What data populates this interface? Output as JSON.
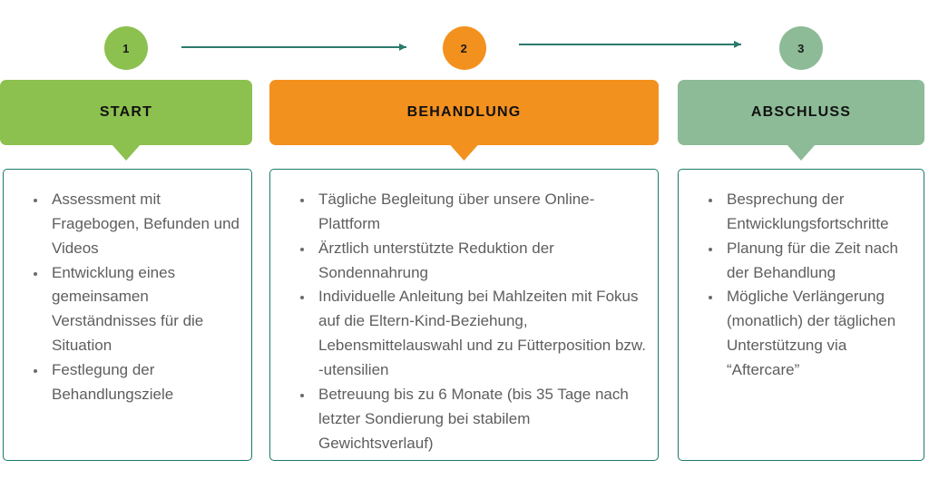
{
  "colors": {
    "green": "#8CC04F",
    "orange": "#F3911F",
    "sage": "#8DBB97",
    "teal_border": "#1A7A68",
    "arrow": "#2C7A6B",
    "body_text": "#5E5E5E",
    "header_text": "#111111",
    "background": "#FFFFFF"
  },
  "steps": [
    {
      "number": "1",
      "title": "START",
      "accent": "#8CC04F",
      "items": [
        "Assessment mit Fragebogen, Befunden und Videos",
        "Entwicklung eines gemeinsamen Verständnisses für die Situation",
        "Festlegung der Behandlungsziele"
      ]
    },
    {
      "number": "2",
      "title": "BEHANDLUNG",
      "accent": "#F3911F",
      "items": [
        "Tägliche Begleitung über unsere Online-Plattform",
        "Ärztlich unterstützte Reduktion der Sondennahrung",
        "Individuelle Anleitung bei Mahlzeiten mit Fokus auf die Eltern-Kind-Beziehung, Lebensmittelauswahl und zu Fütterposition bzw. -utensilien",
        "Betreuung bis zu 6 Monate (bis 35 Tage nach letzter Sondierung bei stabilem Gewichtsverlauf)"
      ]
    },
    {
      "number": "3",
      "title": "ABSCHLUSS",
      "accent": "#8DBB97",
      "items": [
        "Besprechung der Entwicklungsfortschritte",
        "Planung für die Zeit nach der Behandlung",
        "Mögliche Verlängerung (monatlich) der täglichen Unterstützung via “Aftercare”"
      ]
    }
  ]
}
